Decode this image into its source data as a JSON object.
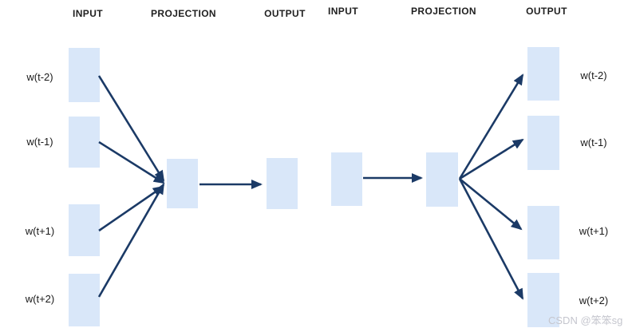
{
  "colors": {
    "background": "#ffffff",
    "box-fill": "#d9e7f9",
    "arrow": "#1b3a66",
    "header-text": "#1f1f1f",
    "label-text": "#1a1a1a",
    "watermark": "#c5c6ce"
  },
  "cbow": {
    "header_input": "INPUT",
    "header_projection": "PROJECTION",
    "header_output": "OUTPUT",
    "input_labels": [
      "w(t-2)",
      "w(t-1)",
      "w(t+1)",
      "w(t+2)"
    ]
  },
  "skipgram": {
    "header_input": "INPUT",
    "header_projection": "PROJECTION",
    "header_output": "OUTPUT",
    "output_labels": [
      "w(t-2)",
      "w(t-1)",
      "w(t+1)",
      "w(t+2)"
    ]
  },
  "watermark": "CSDN @笨笨sg"
}
